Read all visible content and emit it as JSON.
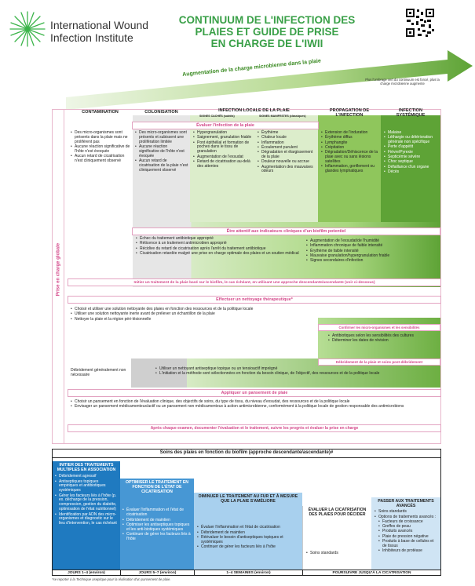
{
  "header": {
    "org": [
      "International Wound",
      "Infection Institute"
    ],
    "title": [
      "CONTINUUM DE L'INFECTION DES",
      "PLAIES ET GUIDE DE PRISE",
      "EN CHARGE DE L'IWII"
    ]
  },
  "arrow": {
    "label": "Augmentation de la charge microbienne dans la plaie",
    "note": "Plus l'ombrage vert du continuum est foncé, plus la charge microbienne augmente"
  },
  "columns": {
    "contamination": "CONTAMINATION",
    "colonisation": "COLONISATION",
    "locale": "INFECTION LOCALE DE LA PLAIE",
    "signes_caches": "SIGNES CACHÉS (subtils)",
    "signes_manifestes": "SIGNES MANIFESTES (classiques)",
    "propagation": [
      "PROPAGATION DE",
      "L'INFECTION"
    ],
    "systemique": [
      "INFECTION",
      "SYSTÉMIQUE"
    ]
  },
  "side_label": "Prise en charge globale",
  "evaluer": "Évaluer l'infection de la plaie",
  "contamination_items": [
    "Des micro-organismes sont présents dans la plaie mais ne prolifèrent pas",
    "Aucune réaction significative de l'hôte n'est évoquée",
    "Aucun retard de cicatrisation n'est cliniquement observé"
  ],
  "colonisation_items": [
    "Des micro-organismes sont présents et subissent une prolifération limitée",
    "Aucune réaction significative de l'hôte n'est évoquée",
    "Aucun retard de cicatrisation de la plaie n'est cliniquement observé"
  ],
  "caches_items": [
    "Hypergranulation",
    "Saignement, granulation friable",
    "Pont épithélial et formation de poches dans le tissu de granulation",
    "Augmentation de l'exsudat",
    "Retard de cicatrisation au-delà des attentes"
  ],
  "manifestes_items": [
    "Érythème",
    "Chaleur locale",
    "Inflammation",
    "Écoulement purulent",
    "Dégradation et élargissement de la plaie",
    "Douleur nouvelle ou accrue",
    "Augmentation des mauvaises odeurs"
  ],
  "propagation_items": [
    "Extension de l'induration",
    "Érythème diffus",
    "Lymphangite",
    "Crépitation",
    "Dégradation/Déhiscence de la plaie avec ou sans lésions satellites",
    "Inflammation, gonflement ou glandes lymphatiques"
  ],
  "systemique_items": [
    "Malaise",
    "Léthargie ou détérioration générale non spécifique",
    "Perte d'appétit",
    "Fièvre/Pyrexie",
    "Septicémie sévère",
    "Choc septique",
    "Défaillance d'un organe",
    "Décès"
  ],
  "biofilm": {
    "title": "Être attentif aux indicateurs cliniques d'un biofilm potentiel",
    "left": [
      "Échec du traitement antibiotique approprié",
      "Réticence à un traitement antimicrobien approprié",
      "Récidive du retard de cicatrisation après l'arrêt du traitement antibiotique",
      "Cicatrisation retardée malgré une prise en charge optimale des plaies et un soutien médical"
    ],
    "right": [
      "Augmentation de l'exsudat/de l'humidité",
      "Inflammation chronique de faible intensité",
      "Érythème de faible intensité",
      "Mauvaise granulation/hypergranulation friable",
      "Signes secondaires d'infection"
    ]
  },
  "initier": "Initier un traitement de la plaie basé sur le biofilm, le cas échéant, en utilisant une approche descendante/ascendante (voir ci-dessous)",
  "nettoyage": {
    "title": "Effectuer un nettoyage thérapeutique*",
    "items": [
      "Choisir et utiliser une solution nettoyante des plaies en fonction des ressources et de la politique locale",
      "Utiliser une solution nettoyante inerte avant de prélever un échantillon de la plaie",
      "Nettoyer la plaie et la région péri-lésionnelle"
    ]
  },
  "confirmer": {
    "title": "Confirmer les micro-organismes et les sensibilités",
    "items": [
      "Antibiotiques selon les sensibilités des cultures",
      "Déterminer les dates de révision"
    ]
  },
  "debridement": {
    "title": "Débridement de la plaie et soins post-débridement",
    "left": "Débridement généralement non nécessaire",
    "items": [
      "Utiliser un nettoyant antiseptique topique ou un tensioactif imprégné",
      "L'initiation et la méthode sont sélectionnées en fonction du besoin clinique, de l'objectif, des ressources et de la politique locale"
    ]
  },
  "pansement": {
    "title": "Appliquer un pansement de plaie",
    "items": [
      "Choisir un pansement en fonction de l'évaluation clinique, des objectifs de soins, du type de tissu, du niveau d'exsudat, des ressources et de la politique locale",
      "Envisager un pansement médicamenteux/actif ou un pansement non médicamenteux à action antimicrobienne, conformément à la politique locale de gestion responsable des antimicrobiens"
    ]
  },
  "apres": "Après chaque examen, documenter l'évaluation et le traitement, suivre les progrès et évaluer la prise en charge",
  "soins_title": "Soins des plaies en fonction du biofilm (approche descendante/ascendante)#",
  "steps": [
    {
      "title": "INITIER DES TRAITEMENTS MULTIPLES EN ASSOCIATION",
      "items": [
        "Débridement agressif",
        "Antiseptiques topiques empiriques et antibiotiques systémiques",
        "Gérer les facteurs liés à l'hôte (p. ex. décharge de la pression, compression, gestion du diabète, optimisation de l'état nutritionnel)",
        "Identification par ADN des micro-organismes et diagnostic sur le lieu d'intervention, le cas échéant"
      ],
      "time": "JOURS 1–4 (environ)"
    },
    {
      "title": "OPTIMISER LE TRAITEMENT EN FONCTION DE L'ÉTAT DE CICATRISATION",
      "items": [
        "Évaluer l'inflammation et l'état de cicatrisation",
        "Débridement de maintien",
        "Optimiser les antiseptiques topiques et les anti-biotiques systémiques",
        "Continuer de gérer les facteurs liés à l'hôte"
      ],
      "time": "JOURS 5–7 (environ)"
    },
    {
      "title": "DIMINUER LE TRAITEMENT AU FUR ET À MESURE QUE LA PLAIE S'AMÉLIORE",
      "items": [
        "Évaluer l'inflammation et l'état de cicatrisation",
        "Débridement de maintien",
        "Réévaluer le besoin d'antiseptiques topiques et systémiques",
        "Continuer de gérer les facteurs liés à l'hôte"
      ],
      "time": "1–4 SEMAINES (environ)"
    },
    {
      "title": "ÉVALUER LA CICATRISATION DES PLAIES POUR DÉCIDER",
      "items": [
        "Soins standards"
      ],
      "time": "POURSUIVRE JUSQU'À LA CICATRISATION"
    },
    {
      "title": "PASSER AUX TRAITEMENTS AVANCÉS",
      "items": [
        "Soins standards",
        "Options de traitements avancés :",
        "Facteurs de croissance",
        "Greffes de peau",
        "Produits avancés",
        "Plaie de pression négative",
        "Produits à base de cellules et de tissus",
        "Inhibiteurs de protéase"
      ],
      "time": ""
    }
  ],
  "footnote": "*se reporter à la Technique aseptique pour la réalisation d'un pansement de plaie.",
  "colors": {
    "green_dark": "#4f9c2a",
    "green_mid": "#8bc34a",
    "green_light": "#d8ebc7",
    "pink": "#d4488a",
    "blue_dark": "#1f7ac0",
    "blue_light": "#a8d0ee"
  }
}
